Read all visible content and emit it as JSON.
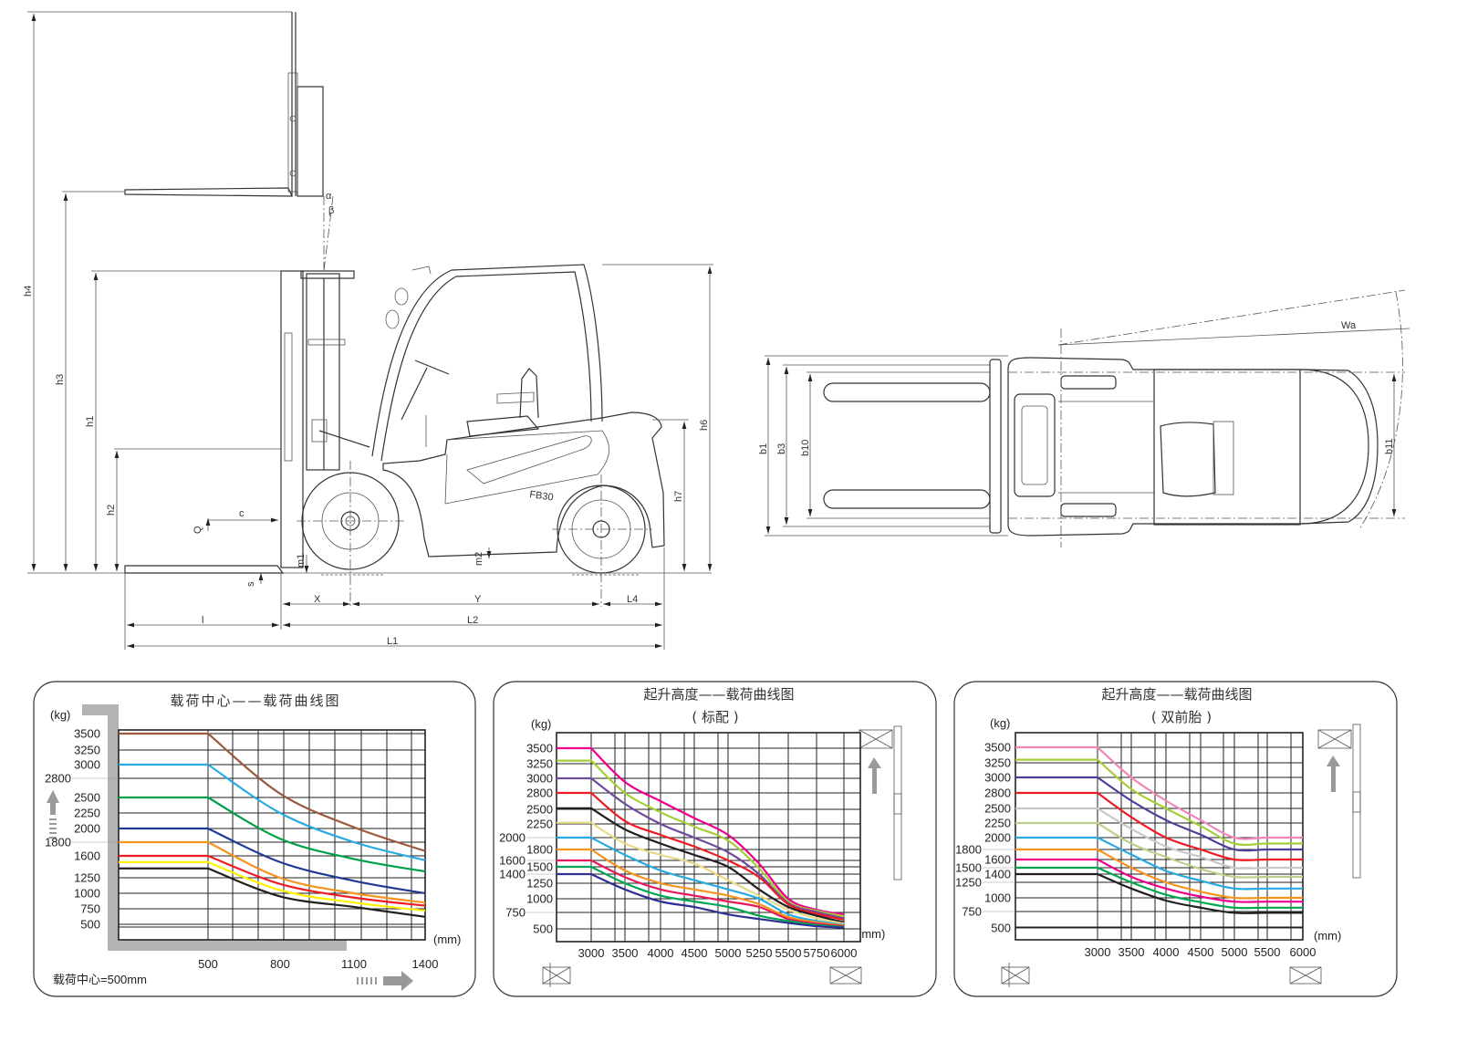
{
  "side_view": {
    "labels": {
      "h4": "h4",
      "h3": "h3",
      "h1": "h1",
      "h2": "h2",
      "h6": "h6",
      "h7": "h7",
      "m1": "m1",
      "m2": "m2",
      "X": "X",
      "Y": "Y",
      "L4": "L4",
      "L2": "L2",
      "L1": "L1",
      "l": "l",
      "c": "c",
      "Q": "Q",
      "s": "s",
      "alpha": "α",
      "beta": "β"
    },
    "model": "FB30"
  },
  "top_view": {
    "labels": {
      "Wa": "Wa",
      "b1": "b1",
      "b3": "b3",
      "b10": "b10",
      "b11": "b11"
    }
  },
  "chart_data": [
    {
      "type": "line",
      "title": "载荷中心——载荷曲线图",
      "ylabel": "(kg)",
      "xlabel": "(mm)",
      "footnote": "载荷中心=500mm",
      "x_ticks": [
        "500",
        "800",
        "1100",
        "1400"
      ],
      "y_ticks": [
        "3500",
        "3250",
        "3000",
        "2800",
        "2500",
        "2250",
        "2000",
        "1800",
        "1600",
        "1250",
        "1000",
        "750",
        "500"
      ],
      "x": [
        500,
        800,
        1100,
        1400
      ],
      "series": [
        {
          "name": "3500",
          "color": "#9b5a3c",
          "values": [
            3500,
            2560,
            2020,
            1670
          ]
        },
        {
          "name": "3000",
          "color": "#29aae1",
          "values": [
            3000,
            2250,
            1800,
            1530
          ]
        },
        {
          "name": "2500",
          "color": "#00a04a",
          "values": [
            2500,
            1850,
            1550,
            1350
          ]
        },
        {
          "name": "2000",
          "color": "#1f3a93",
          "values": [
            2000,
            1500,
            1200,
            1000
          ]
        },
        {
          "name": "1800",
          "color": "#f7941d",
          "values": [
            1800,
            1250,
            1000,
            850
          ]
        },
        {
          "name": "1600",
          "color": "#ed1c24",
          "values": [
            1600,
            1150,
            930,
            800
          ]
        },
        {
          "name": "1500",
          "color": "#fff200",
          "values": [
            1500,
            1050,
            850,
            720
          ]
        },
        {
          "name": "1400",
          "color": "#231f20",
          "values": [
            1400,
            950,
            780,
            620
          ]
        }
      ]
    },
    {
      "type": "line",
      "title": "起升高度——载荷曲线图",
      "subtitle": "( 标配 )",
      "ylabel": "(kg)",
      "xlabel": "(mm)",
      "x_ticks": [
        "3000",
        "3500",
        "4000",
        "4500",
        "5000",
        "5250",
        "5500",
        "5750",
        "6000"
      ],
      "y_ticks": [
        "3500",
        "3250",
        "3000",
        "2800",
        "2500",
        "2250",
        "2000",
        "1800",
        "1600",
        "1500",
        "1400",
        "1250",
        "1000",
        "750",
        "500"
      ],
      "x": [
        3000,
        3500,
        4000,
        4500,
        5000,
        5250,
        5500,
        5750,
        6000
      ],
      "series": [
        {
          "name": "3500",
          "color": "#ec008c",
          "values": [
            3500,
            2950,
            2650,
            2350,
            2050,
            1550,
            1000,
            800,
            720
          ]
        },
        {
          "name": "3300",
          "color": "#a6ce39",
          "values": [
            3300,
            2800,
            2450,
            2200,
            1950,
            1480,
            950,
            780,
            690
          ]
        },
        {
          "name": "3000",
          "color": "#6f4c9b",
          "values": [
            3000,
            2600,
            2250,
            2000,
            1750,
            1400,
            920,
            760,
            660
          ]
        },
        {
          "name": "2800",
          "color": "#ed1c24",
          "values": [
            2800,
            2300,
            2050,
            1850,
            1600,
            1350,
            900,
            730,
            640
          ]
        },
        {
          "name": "2500",
          "color": "#231f20",
          "values": [
            2520,
            2150,
            1900,
            1700,
            1500,
            1150,
            850,
            700,
            600
          ]
        },
        {
          "name": "2250",
          "color": "#e6d98a",
          "values": [
            2270,
            1900,
            1700,
            1550,
            1300,
            1050,
            800,
            660,
            580
          ]
        },
        {
          "name": "2000",
          "color": "#27aae1",
          "values": [
            2000,
            1700,
            1450,
            1300,
            1150,
            1000,
            720,
            620,
            560
          ]
        },
        {
          "name": "1800",
          "color": "#f7941d",
          "values": [
            1800,
            1450,
            1250,
            1150,
            1050,
            900,
            680,
            600,
            550
          ]
        },
        {
          "name": "1600",
          "color": "#e6195a",
          "values": [
            1600,
            1350,
            1150,
            1050,
            950,
            850,
            650,
            580,
            540
          ]
        },
        {
          "name": "1500",
          "color": "#00a651",
          "values": [
            1500,
            1250,
            1050,
            950,
            850,
            700,
            620,
            560,
            530
          ]
        },
        {
          "name": "1400",
          "color": "#2e3192",
          "values": [
            1400,
            1150,
            950,
            850,
            720,
            650,
            590,
            540,
            520
          ]
        }
      ]
    },
    {
      "type": "line",
      "title": "起升高度——载荷曲线图",
      "subtitle": "( 双前胎 )",
      "ylabel": "(kg)",
      "xlabel": "(mm)",
      "x_ticks": [
        "3000",
        "3500",
        "4000",
        "4500",
        "5000",
        "5500",
        "6000"
      ],
      "y_ticks": [
        "3500",
        "3250",
        "3000",
        "2800",
        "2500",
        "2250",
        "2000",
        "1800",
        "1600",
        "1500",
        "1400",
        "1250",
        "1000",
        "750",
        "500"
      ],
      "x": [
        3000,
        3500,
        4000,
        4500,
        5000,
        5500,
        6000
      ],
      "series": [
        {
          "name": "3500",
          "color": "#f287b7",
          "values": [
            3500,
            3000,
            2650,
            2300,
            2000,
            2000,
            2000
          ]
        },
        {
          "name": "3300",
          "color": "#a6ce39",
          "values": [
            3300,
            2850,
            2500,
            2200,
            1900,
            1900,
            1900
          ]
        },
        {
          "name": "3000",
          "color": "#4b3f99",
          "values": [
            3000,
            2650,
            2300,
            2050,
            1800,
            1800,
            1800
          ]
        },
        {
          "name": "2800",
          "color": "#ed1c24",
          "values": [
            2800,
            2350,
            2000,
            1800,
            1600,
            1600,
            1600
          ]
        },
        {
          "name": "2500",
          "color": "#c8c8c8",
          "values": [
            2500,
            2150,
            1850,
            1650,
            1500,
            1500,
            1500
          ]
        },
        {
          "name": "2250",
          "color": "#bcd08c",
          "values": [
            2250,
            1900,
            1650,
            1480,
            1350,
            1350,
            1350
          ]
        },
        {
          "name": "2000",
          "color": "#27aae1",
          "values": [
            2000,
            1700,
            1450,
            1280,
            1150,
            1150,
            1150
          ]
        },
        {
          "name": "1800",
          "color": "#f7941d",
          "values": [
            1800,
            1500,
            1250,
            1100,
            1000,
            1000,
            1000
          ]
        },
        {
          "name": "1600",
          "color": "#ec008c",
          "values": [
            1600,
            1350,
            1150,
            1020,
            930,
            930,
            930
          ]
        },
        {
          "name": "1500",
          "color": "#00a651",
          "values": [
            1500,
            1250,
            1050,
            920,
            820,
            820,
            820
          ]
        },
        {
          "name": "1400",
          "color": "#231f20",
          "values": [
            1400,
            1150,
            950,
            820,
            730,
            730,
            730
          ]
        }
      ]
    }
  ]
}
